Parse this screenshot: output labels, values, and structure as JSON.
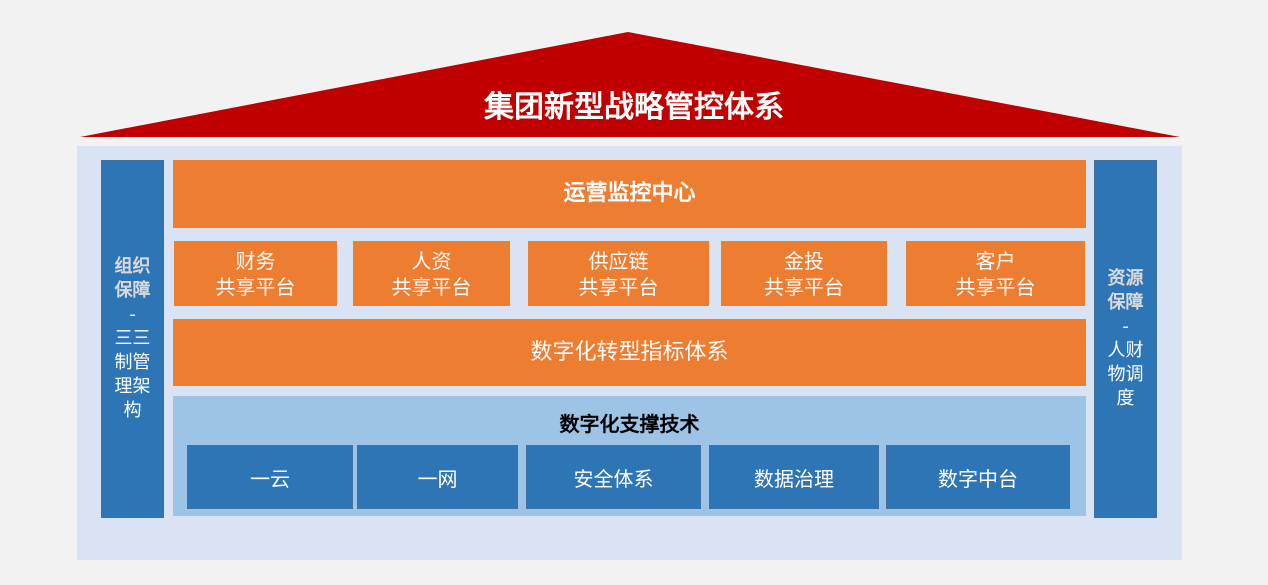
{
  "title": "集团新型战略管控体系",
  "left_pillar": {
    "bold_lines": [
      "组织",
      "保障"
    ],
    "separator": "-",
    "lines": [
      "三三",
      "制管",
      "理架",
      "构"
    ]
  },
  "right_pillar": {
    "bold_lines": [
      "资源",
      "保障"
    ],
    "separator": "-",
    "lines": [
      "人财",
      "物调",
      "度"
    ]
  },
  "monitoring_center": "运营监控中心",
  "platforms": [
    {
      "line1": "财务",
      "line2": "共享平台"
    },
    {
      "line1": "人资",
      "line2": "共享平台"
    },
    {
      "line1": "供应链",
      "line2": "共享平台"
    },
    {
      "line1": "金投",
      "line2": "共享平台"
    },
    {
      "line1": "客户",
      "line2": "共享平台"
    }
  ],
  "indicator_system": "数字化转型指标体系",
  "support": {
    "heading": "数字化支撑技术",
    "items": [
      "一云",
      "一网",
      "安全体系",
      "数据治理",
      "数字中台"
    ]
  },
  "colors": {
    "roof": "#c00000",
    "orange": "#ed7d31",
    "blue": "#2e75b6",
    "light_blue": "#9dc3e6",
    "panel": "#dae3f3"
  }
}
